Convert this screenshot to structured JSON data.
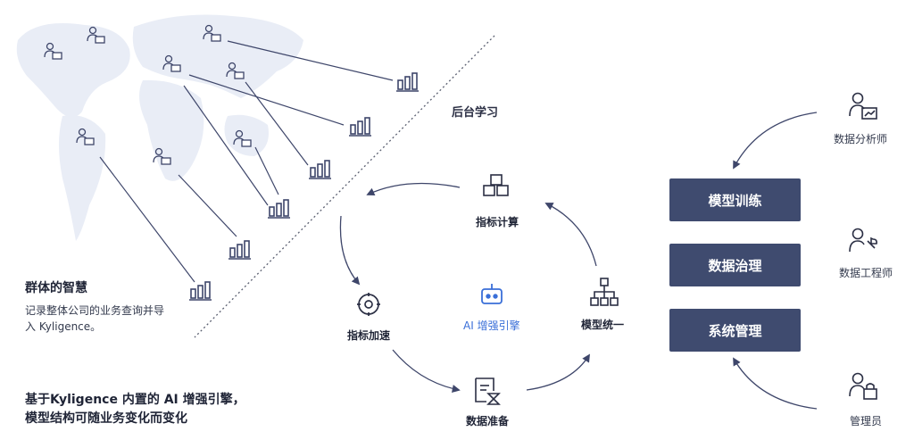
{
  "background_learning": "后台学习",
  "wisdom": {
    "title": "群体的智慧",
    "line1": "记录整体公司的业务查询并导",
    "line2": "入 Kyligence。"
  },
  "cycle": {
    "compute": "指标计算",
    "accelerate": "指标加速",
    "ai_engine": "AI 增强引擎",
    "unify": "模型统一",
    "prepare": "数据准备"
  },
  "bottom_note": {
    "line1": "基于Kyligence 内置的 AI 增强引擎，",
    "line2": "模型结构可随业务变化而变化"
  },
  "boxes": [
    "模型训练",
    "数据治理",
    "系统管理"
  ],
  "roles": {
    "analyst": "数据分析师",
    "engineer": "数据工程师",
    "admin": "管理员"
  },
  "colors": {
    "box": "#3f4b6f",
    "accent": "#3a6fd8",
    "line": "#3e466a",
    "map": "#e9edf6"
  }
}
